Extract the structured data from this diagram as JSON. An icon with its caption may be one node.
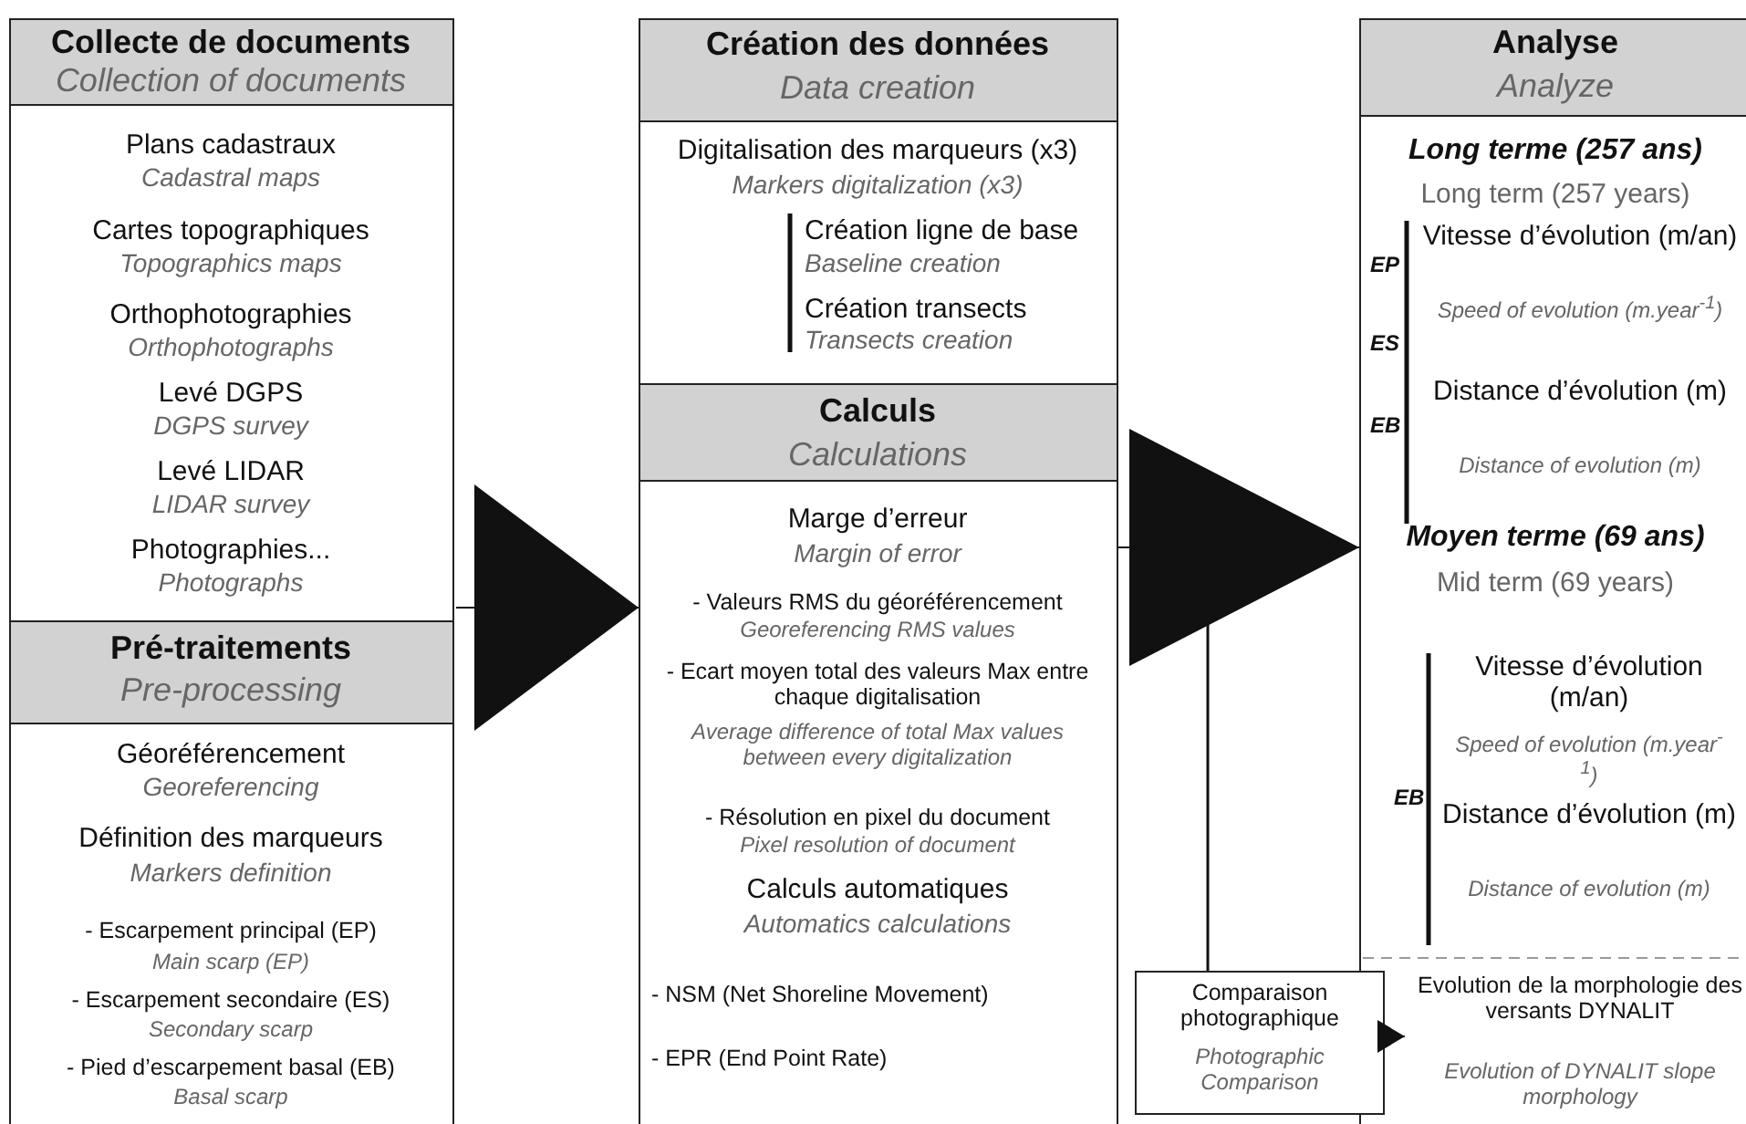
{
  "diagram": {
    "nodes": [
      {
        "text": [
          "Collecte de documents",
          "Collection of documents",
          "Plans cadastraux",
          "Cadastral maps",
          "Cartes topographiques",
          "Topographics maps",
          "Orthophotographies",
          "Orthophotographs",
          "Levé DGPS",
          "DGPS survey",
          "Levé LIDAR",
          "LIDAR survey",
          "Photographies...",
          "Photographs"
        ]
      },
      {
        "text": [
          "Pré-traitements",
          "Pre-processing",
          "Géoréférencement",
          "Georeferencing",
          "Définition des marqueurs",
          "Markers definition",
          "- Escarpement principal (EP)",
          "Main scarp (EP)",
          "- Escarpement secondaire (ES)",
          "Secondary scarp",
          "- Pied d’escarpement basal (EB)",
          "Basal scarp"
        ]
      },
      {
        "text": [
          "Création des données",
          "Data creation",
          "Digitalisation des marqueurs (x3)",
          "Markers digitalization (x3)",
          "Création ligne de base",
          "Baseline creation",
          "Création transects",
          "Transects creation"
        ]
      },
      {
        "text": [
          "Calculs",
          "Calculations",
          "Marge d’erreur",
          "Margin of error",
          "- Valeurs RMS du géoréférencement",
          "Georeferencing RMS values",
          "- Ecart moyen total des valeurs Max entre chaque digitalisation",
          "Average difference of total Max values between every digitalization",
          "- Résolution en pixel du document",
          "Pixel resolution of document",
          "Calculs automatiques",
          "Automatics calculations",
          "- NSM (Net Shoreline Movement)",
          "- EPR (End Point Rate)"
        ]
      },
      {
        "text": [
          "Analyse",
          "Analyze",
          "Long terme (257 ans)",
          "Long term (257 years)",
          "Vitesse d’évolution (m/an)",
          "Speed of evolution (m.year$^{-1}$)",
          "Distance d’évolution (m)",
          "Distance of evolution (m)",
          "Moyen terme (69 ans)",
          "Mid term (69 years)",
          "Vitesse d’évolution (m/an)",
          "Speed of evolution (m.year$^{-1}$)",
          "Distance d’évolution (m)",
          "Distance of evolution (m)"
        ]
      },
      {
        "text": [
          "Evolution de la morphologie des versants DYNALIT",
          "Evolution of DYNALIT slope morphology"
        ],
        "in": 4
      },
      {
        "text": [
          "Comparaison photographique",
          "Photographic Comparison"
        ]
      }
    ],
    "edges": [
      {
        "from": 0,
        "to": 3,
        "arrow": "to"
      },
      {
        "from": 3,
        "to": 4,
        "arrow": "to"
      },
      {
        "from": 6,
        "to": 5,
        "arrow": "to"
      }
    ],
    "labels": [
      "EP",
      "ES",
      "EB",
      "EB"
    ]
  }
}
